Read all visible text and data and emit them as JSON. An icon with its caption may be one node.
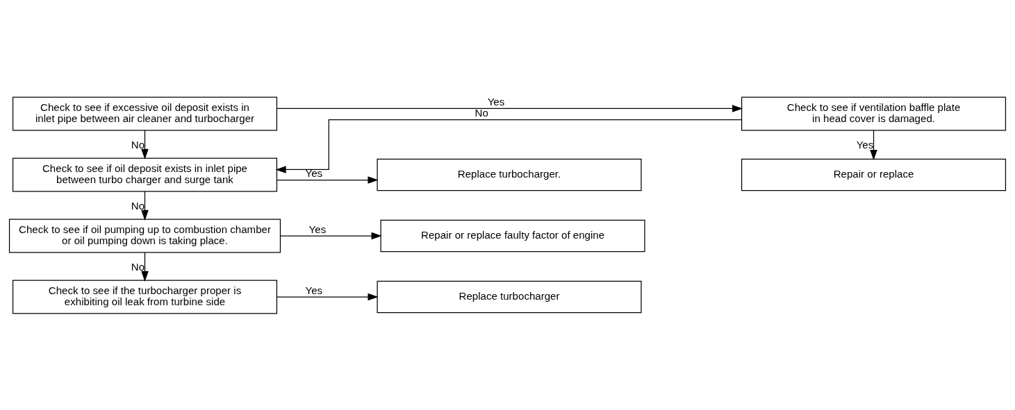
{
  "diagram": {
    "nodes": [
      {
        "text": [
          "Check to see if excessive oil deposit exists in inlet pipe between air cleaner and turbocharger"
        ]
      },
      {
        "text": [
          "Check to see if ventilation baffle plate in head cover is damaged."
        ]
      },
      {
        "text": [
          "Repair or replace"
        ]
      },
      {
        "text": [
          "Check to see if oil deposit exists in inlet pipe between turbo charger and surge tank"
        ]
      },
      {
        "text": [
          "Replace turbocharger."
        ]
      },
      {
        "text": [
          "Check to see if oil pumping up to combustion chamber or oil pumping down is taking place."
        ]
      },
      {
        "text": [
          "Repair or replace faulty factor of engine"
        ]
      },
      {
        "text": [
          "Check to see if the turbocharger proper is exhibiting oil leak from turbine side"
        ]
      },
      {
        "text": [
          "Replace turbocharger"
        ]
      }
    ],
    "edges": [
      {
        "from": 0,
        "to": 1,
        "arrow": "to",
        "label": "Yes"
      },
      {
        "from": 1,
        "to": 2,
        "arrow": "to",
        "label": "Yes"
      },
      {
        "from": 1,
        "to": 3,
        "arrow": "to",
        "label": "No"
      },
      {
        "from": 0,
        "to": 3,
        "arrow": "to",
        "label": "No"
      },
      {
        "from": 3,
        "to": 4,
        "arrow": "to",
        "label": "Yes"
      },
      {
        "from": 3,
        "to": 5,
        "arrow": "to",
        "label": "No"
      },
      {
        "from": 5,
        "to": 6,
        "arrow": "to",
        "label": "Yes"
      },
      {
        "from": 5,
        "to": 7,
        "arrow": "to",
        "label": "No"
      },
      {
        "from": 7,
        "to": 8,
        "arrow": "to",
        "label": "Yes"
      }
    ]
  }
}
